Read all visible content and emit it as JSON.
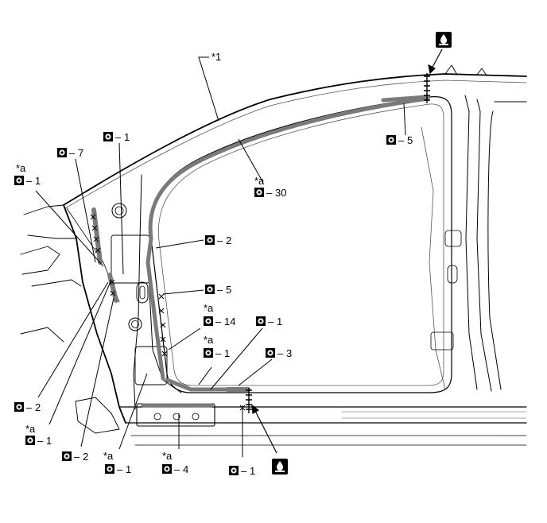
{
  "figure": {
    "callouts": [
      {
        "id": "c-1-star1",
        "marker": "*1",
        "count": ""
      },
      {
        "id": "c-top-5",
        "marker": "",
        "count": "5"
      },
      {
        "id": "c-a-30",
        "marker": "*a",
        "count": "30"
      },
      {
        "id": "c-up-1",
        "marker": "",
        "count": "1"
      },
      {
        "id": "c-7",
        "marker": "",
        "count": "7"
      },
      {
        "id": "c-a-left-1",
        "marker": "*a",
        "count": "1"
      },
      {
        "id": "c-mid-2",
        "marker": "",
        "count": "2"
      },
      {
        "id": "c-mid-5",
        "marker": "",
        "count": "5"
      },
      {
        "id": "c-a-14",
        "marker": "*a",
        "count": "14"
      },
      {
        "id": "c-right-1",
        "marker": "",
        "count": "1"
      },
      {
        "id": "c-a-1b",
        "marker": "*a",
        "count": "1"
      },
      {
        "id": "c-3",
        "marker": "",
        "count": "3"
      },
      {
        "id": "c-left-2",
        "marker": "",
        "count": "2"
      },
      {
        "id": "c-a-lowleft-1",
        "marker": "*a",
        "count": "1"
      },
      {
        "id": "c-low-2",
        "marker": "",
        "count": "2"
      },
      {
        "id": "c-a-bottom-1",
        "marker": "*a",
        "count": "1"
      },
      {
        "id": "c-a-bottom-4",
        "marker": "*a",
        "count": "4"
      },
      {
        "id": "c-bottom-1",
        "marker": "",
        "count": "1"
      }
    ],
    "icons": {
      "spot_weld": "spot-weld-icon",
      "sealer": "sealer-apply-icon"
    },
    "colors": {
      "line": "#000000",
      "sealer_band": "#7a7a7a",
      "background": "#ffffff"
    }
  }
}
